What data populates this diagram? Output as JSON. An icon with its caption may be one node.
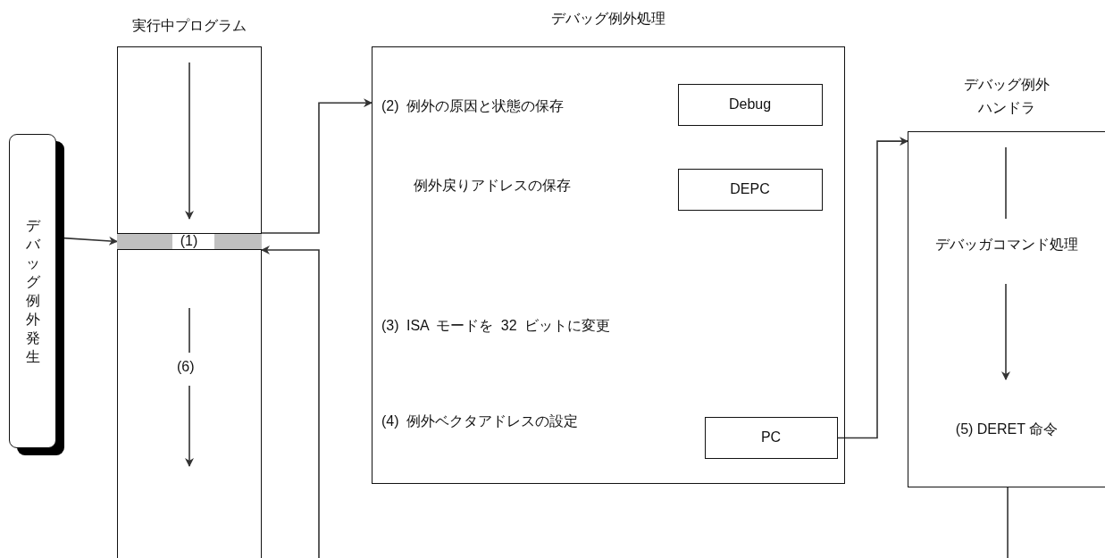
{
  "diagram": {
    "nodes": [
      {
        "text": [
          "実行中プログラム"
        ]
      },
      {
        "text": [
          "デバッグ例外発生"
        ]
      },
      {
        "text": [
          "(1)"
        ],
        "in": 0
      },
      {
        "text": [
          "デバッグ例外処理"
        ]
      },
      {
        "text": [
          "Debug"
        ],
        "in": 3
      },
      {
        "text": [
          "DEPC"
        ],
        "in": 3
      },
      {
        "text": [
          "PC"
        ],
        "in": 3
      },
      {
        "text": [
          "デバッグ例外ハンドラ",
          "デバッガコマンド処理",
          "(5) DERET 命令"
        ]
      }
    ],
    "edges": [
      {
        "from": 1,
        "to": 2,
        "arrow": "to"
      },
      {
        "from": 2,
        "to": 3,
        "arrow": "to"
      },
      {
        "from": 6,
        "to": 7,
        "arrow": "to"
      },
      {
        "from": 7,
        "to": null,
        "arrow": "none"
      },
      {
        "from": null,
        "to": 2,
        "arrow": "to"
      }
    ],
    "labels": [
      "(2) 例外の原因と状態の保存",
      "例外戻りアドレスの保存",
      "(3) ISA モードを 32 ビットに変更",
      "(4) 例外ベクタアドレスの設定",
      "(6)"
    ]
  }
}
